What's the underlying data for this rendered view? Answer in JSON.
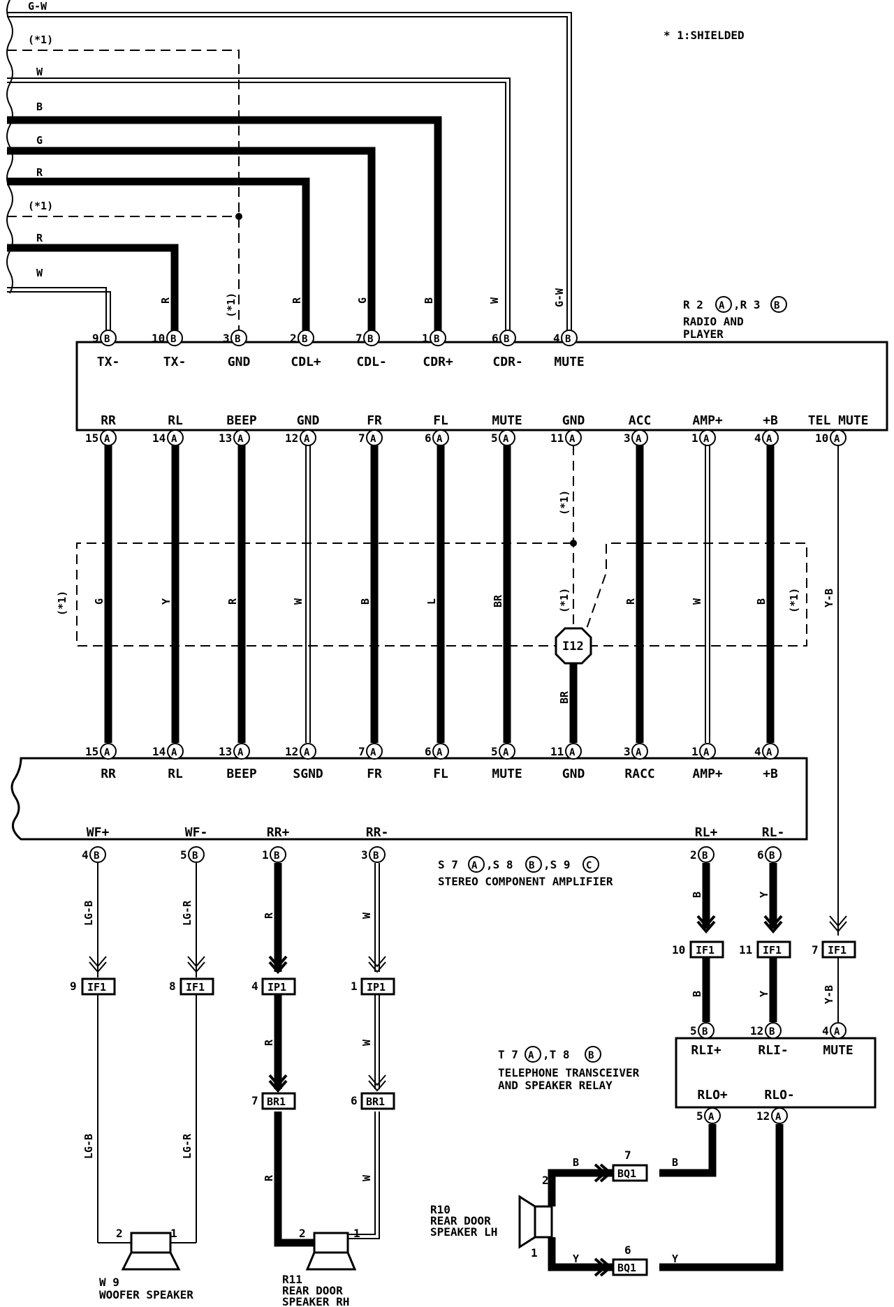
{
  "legend": "* 1:SHIELDED",
  "radio": {
    "id_line": "R 2(A),R 3(B)",
    "id_parts": [
      "R 2",
      "A",
      ",R 3",
      "B"
    ],
    "name_line1": "RADIO AND",
    "name_line2": "PLAYER",
    "top_pins": [
      {
        "num": "9",
        "conn": "B",
        "term": "TX-",
        "wire": "W"
      },
      {
        "num": "10",
        "conn": "B",
        "term": "TX-",
        "wire": "R"
      },
      {
        "num": "3",
        "conn": "B",
        "term": "GND",
        "wire": "(*1)"
      },
      {
        "num": "2",
        "conn": "B",
        "term": "CDL+",
        "wire": "R"
      },
      {
        "num": "7",
        "conn": "B",
        "term": "CDL-",
        "wire": "G"
      },
      {
        "num": "1",
        "conn": "B",
        "term": "CDR+",
        "wire": "B"
      },
      {
        "num": "6",
        "conn": "B",
        "term": "CDR-",
        "wire": "W"
      },
      {
        "num": "4",
        "conn": "B",
        "term": "MUTE",
        "wire": "G-W"
      }
    ],
    "bottom_pins": [
      {
        "num": "15",
        "conn": "A",
        "term": "RR",
        "wire": "G"
      },
      {
        "num": "14",
        "conn": "A",
        "term": "RL",
        "wire": "Y"
      },
      {
        "num": "13",
        "conn": "A",
        "term": "BEEP",
        "wire": "R"
      },
      {
        "num": "12",
        "conn": "A",
        "term": "GND",
        "wire": "W"
      },
      {
        "num": "7",
        "conn": "A",
        "term": "FR",
        "wire": "B"
      },
      {
        "num": "6",
        "conn": "A",
        "term": "FL",
        "wire": "L"
      },
      {
        "num": "5",
        "conn": "A",
        "term": "MUTE",
        "wire": "BR"
      },
      {
        "num": "11",
        "conn": "A",
        "term": "GND",
        "wire": "(*1)"
      },
      {
        "num": "3",
        "conn": "A",
        "term": "ACC",
        "wire": "R"
      },
      {
        "num": "1",
        "conn": "A",
        "term": "AMP+",
        "wire": "W"
      },
      {
        "num": "4",
        "conn": "A",
        "term": "+B",
        "wire": "B"
      },
      {
        "num": "10",
        "conn": "A",
        "term": "TEL MUTE",
        "wire": "Y-B"
      }
    ]
  },
  "left_wires": [
    "G-W",
    "(*1)",
    "W",
    "B",
    "G",
    "R",
    "(*1)",
    "R",
    "W"
  ],
  "shield_labels": {
    "left": "(*1)",
    "mid_upper": "(*1)",
    "mid_lower": "(*1)",
    "right": "(*1)",
    "gnd_bottom": "BR"
  },
  "junction": "I12",
  "amplifier": {
    "id_parts": [
      "S 7",
      "A",
      ",S 8",
      "B",
      ",S 9",
      "C"
    ],
    "name": "STEREO COMPONENT AMPLIFIER",
    "top_pins": [
      {
        "num": "15",
        "conn": "A",
        "term": "RR"
      },
      {
        "num": "14",
        "conn": "A",
        "term": "RL"
      },
      {
        "num": "13",
        "conn": "A",
        "term": "BEEP"
      },
      {
        "num": "12",
        "conn": "A",
        "term": "SGND"
      },
      {
        "num": "7",
        "conn": "A",
        "term": "FR"
      },
      {
        "num": "6",
        "conn": "A",
        "term": "FL"
      },
      {
        "num": "5",
        "conn": "A",
        "term": "MUTE"
      },
      {
        "num": "11",
        "conn": "A",
        "term": "GND"
      },
      {
        "num": "3",
        "conn": "A",
        "term": "RACC"
      },
      {
        "num": "1",
        "conn": "A",
        "term": "AMP+"
      },
      {
        "num": "4",
        "conn": "A",
        "term": "+B"
      }
    ],
    "bottom_pins": [
      {
        "num": "4",
        "conn": "B",
        "term": "WF+"
      },
      {
        "num": "5",
        "conn": "B",
        "term": "WF-"
      },
      {
        "num": "1",
        "conn": "B",
        "term": "RR+"
      },
      {
        "num": "3",
        "conn": "B",
        "term": "RR-"
      },
      {
        "num": "2",
        "conn": "B",
        "term": "RL+"
      },
      {
        "num": "6",
        "conn": "B",
        "term": "RL-"
      }
    ]
  },
  "lower_wires": {
    "wf_plus": "LG-B",
    "wf_minus": "LG-R",
    "rr_plus": "R",
    "rr_minus": "W",
    "rl_plus": "B",
    "rl_minus": "Y",
    "tel_mute": "Y-B",
    "bq_top_in": "B",
    "bq_top_out": "B",
    "bq_bot_in": "Y",
    "bq_bot_out": "Y"
  },
  "connectors": {
    "if1_a": {
      "num": "9",
      "name": "IF1"
    },
    "if1_b": {
      "num": "8",
      "name": "IF1"
    },
    "ip1_a": {
      "num": "4",
      "name": "IP1"
    },
    "ip1_b": {
      "num": "1",
      "name": "IP1"
    },
    "br1_a": {
      "num": "7",
      "name": "BR1"
    },
    "br1_b": {
      "num": "6",
      "name": "BR1"
    },
    "if1_c": {
      "num": "10",
      "name": "IF1"
    },
    "if1_d": {
      "num": "11",
      "name": "IF1"
    },
    "if1_e": {
      "num": "7",
      "name": "IF1"
    },
    "bq1_a": {
      "num": "7",
      "name": "BQ1"
    },
    "bq1_b": {
      "num": "6",
      "name": "BQ1"
    }
  },
  "telephone": {
    "id_parts": [
      "T 7",
      "A",
      ",T 8",
      "B"
    ],
    "name_line1": "TELEPHONE TRANSCEIVER",
    "name_line2": "AND SPEAKER RELAY",
    "top_pins": [
      {
        "num": "5",
        "conn": "B",
        "term": "RLI+"
      },
      {
        "num": "12",
        "conn": "B",
        "term": "RLI-"
      },
      {
        "num": "4",
        "conn": "A",
        "term": "MUTE"
      }
    ],
    "bottom_pins": [
      {
        "num": "5",
        "conn": "A",
        "term": "RLO+"
      },
      {
        "num": "12",
        "conn": "A",
        "term": "RLO-"
      }
    ]
  },
  "speakers": {
    "woofer": {
      "id": "W 9",
      "name": "WOOFER SPEAKER",
      "pin_left": "2",
      "pin_right": "1"
    },
    "rear_rh": {
      "id": "R11",
      "name_line1": "REAR DOOR",
      "name_line2": "SPEAKER RH",
      "pin_left": "2",
      "pin_right": "1"
    },
    "rear_lh": {
      "id": "R10",
      "name_line1": "REAR DOOR",
      "name_line2": "SPEAKER LH",
      "pin_top": "2",
      "pin_bottom": "1"
    }
  }
}
